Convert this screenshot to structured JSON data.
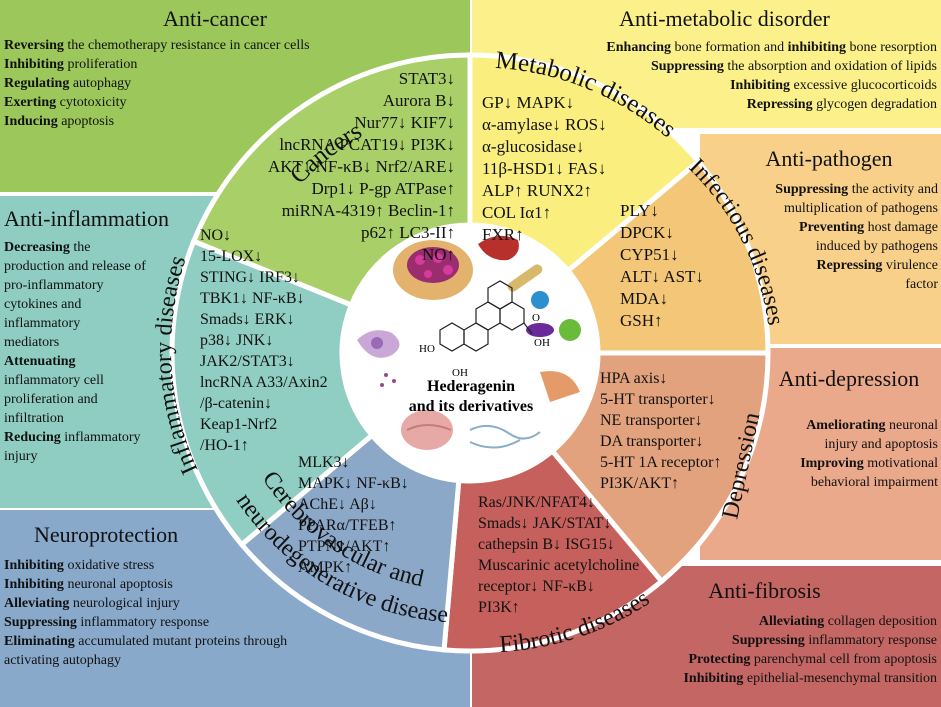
{
  "center": {
    "label_line1": "Hederagenin",
    "label_line2": "and its derivatives",
    "labels": [
      "OH",
      "OH",
      "HO",
      "O",
      "OH"
    ]
  },
  "outer_sections": [
    {
      "id": "anti-cancer",
      "title": "Anti-cancer",
      "color": "#9cc75b",
      "items": [
        {
          "bold": "Reversing",
          "rest": " the chemotherapy resistance in cancer cells"
        },
        {
          "bold": "Inhibiting",
          "rest": " proliferation"
        },
        {
          "bold": "Regulating",
          "rest": " autophagy"
        },
        {
          "bold": "Exerting",
          "rest": " cytotoxicity"
        },
        {
          "bold": "Inducing",
          "rest": " apoptosis"
        }
      ]
    },
    {
      "id": "anti-metabolic",
      "title": "Anti-metabolic disorder",
      "color": "#fbf08a",
      "items": [
        {
          "bold": "Enhancing",
          "rest": " bone formation and ",
          "bold2": "inhibiting",
          "rest2": " bone resorption"
        },
        {
          "bold": "Suppressing",
          "rest": " the absorption and oxidation of lipids"
        },
        {
          "bold": "Inhibiting",
          "rest": " excessive glucocorticoids"
        },
        {
          "bold": "Repressing",
          "rest": " glycogen degradation"
        }
      ]
    },
    {
      "id": "anti-inflammation",
      "title": "Anti-inflammation",
      "color": "#8fcdc2",
      "items": [
        {
          "bold": "Decreasing",
          "rest": " the"
        },
        {
          "bold": "",
          "rest": "production and release of"
        },
        {
          "bold": "",
          "rest": "pro-inflammatory"
        },
        {
          "bold": "",
          "rest": "cytokines and"
        },
        {
          "bold": "",
          "rest": "inflammatory"
        },
        {
          "bold": "",
          "rest": "mediators"
        },
        {
          "bold": "Attenuating",
          "rest": ""
        },
        {
          "bold": "",
          "rest": "inflammatory cell"
        },
        {
          "bold": "",
          "rest": "proliferation and"
        },
        {
          "bold": "",
          "rest": "infiltration"
        },
        {
          "bold": "Reducing",
          "rest": " inflammatory"
        },
        {
          "bold": "",
          "rest": "injury"
        }
      ]
    },
    {
      "id": "anti-pathogen",
      "title": "Anti-pathogen",
      "color": "#f8d089",
      "items": [
        {
          "bold": "Suppressing",
          "rest": " the activity and"
        },
        {
          "bold": "",
          "rest": "multiplication of pathogens"
        },
        {
          "bold": "Preventing",
          "rest": " host damage"
        },
        {
          "bold": "",
          "rest": "induced by pathogens"
        },
        {
          "bold": "Repressing",
          "rest": " virulence"
        },
        {
          "bold": "",
          "rest": "factor"
        }
      ]
    },
    {
      "id": "anti-depression",
      "title": "Anti-depression",
      "color": "#eaa98a",
      "items": [
        {
          "bold": "Ameliorating",
          "rest": " neuronal"
        },
        {
          "bold": "",
          "rest": "injury and apoptosis"
        },
        {
          "bold": "Improving",
          "rest": " motivational"
        },
        {
          "bold": "",
          "rest": "behavioral impairment"
        }
      ]
    },
    {
      "id": "neuroprotection",
      "title": "Neuroprotection",
      "color": "#89a9cb",
      "items": [
        {
          "bold": "Inhibiting",
          "rest": " oxidative stress"
        },
        {
          "bold": "Inhibiting",
          "rest": " neuronal apoptosis"
        },
        {
          "bold": "Alleviating",
          "rest": " neurological injury"
        },
        {
          "bold": "Suppressing",
          "rest": " inflammatory response"
        },
        {
          "bold": "Eliminating",
          "rest": " accumulated mutant proteins through"
        },
        {
          "bold": "",
          "rest": "activating autophagy"
        }
      ]
    },
    {
      "id": "anti-fibrosis",
      "title": "Anti-fibrosis",
      "color": "#c46764",
      "items": [
        {
          "bold": "Alleviating",
          "rest": " collagen deposition"
        },
        {
          "bold": "Suppressing",
          "rest": " inflammatory response"
        },
        {
          "bold": "Protecting",
          "rest": " parenchymal cell from apoptosis"
        },
        {
          "bold": "Inhibiting",
          "rest": " epithelial-mesenchymal transition"
        }
      ]
    }
  ],
  "wedges": [
    {
      "id": "cancers",
      "title": "Cancers",
      "color": "#a9cf69",
      "targets": [
        "STAT3↓",
        "Aurora B↓",
        "Nur77↓ KIF7↓",
        "lncRNA PCAT19↓ PI3K↓",
        "AKT↓ NF-κB↓ Nrf2/ARE↓",
        "Drp1↓ P-gp ATPase↑",
        "miRNA-4319↑ Beclin-1↑",
        "p62↑ LC3-II↑",
        "NO↑"
      ]
    },
    {
      "id": "metabolic",
      "title": "Metabolic diseases",
      "color": "#f9ee7e",
      "targets": [
        "GP↓ MAPK↓",
        "α-amylase↓ ROS↓",
        "α-glucosidase↓",
        "11β-HSD1↓ FAS↓",
        "ALP↑ RUNX2↑",
        "COL Iα1↑",
        "FXR↑"
      ]
    },
    {
      "id": "infectious",
      "title": "Infectious diseases",
      "color": "#f4c677",
      "targets": [
        "PLY↓",
        "DPCK↓",
        "CYP51↓",
        "ALT↓ AST↓",
        "MDA↓",
        "GSH↑"
      ]
    },
    {
      "id": "depression",
      "title": "Depression",
      "color": "#e2a27e",
      "targets": [
        "HPA axis↓",
        "5-HT transporter↓",
        "NE transporter↓",
        "DA transporter↓",
        "5-HT 1A receptor↑",
        "PI3K/AKT↑"
      ]
    },
    {
      "id": "fibrotic",
      "title": "Fibrotic diseases",
      "color": "#c5605c",
      "targets": [
        "Ras/JNK/NFAT4↓",
        "Smads↓ JAK/STAT↓",
        "cathepsin B↓ ISG15↓",
        "Muscarinic acetylcholine",
        "receptor↓ NF-κB↓",
        "PI3K↑"
      ]
    },
    {
      "id": "cerebro",
      "title_line1": "Cerebrovascular and",
      "title_line2": "neurodegenerative diseases",
      "color": "#8ca8c8",
      "targets": [
        "MLK3↓",
        "MAPK↓ NF-κB↓",
        "AChE↓ Aβ↓",
        "PPARα/TFEB↑",
        "PTPN1/AKT↑",
        "AMPK↑"
      ]
    },
    {
      "id": "inflammatory",
      "title": "Inflammatory diseases",
      "color": "#90cdc2",
      "targets": [
        "NO↓",
        "15-LOX↓",
        "STING↓ IRF3↓",
        "TBK1↓ NF-κB↓",
        "Smads↓ ERK↓",
        "p38↓ JNK↓",
        "JAK2/STAT3↓",
        "lncRNA A33/Axin2",
        "/β-catenin↓",
        "Keap1-Nrf2",
        "/HO-1↑"
      ]
    }
  ]
}
